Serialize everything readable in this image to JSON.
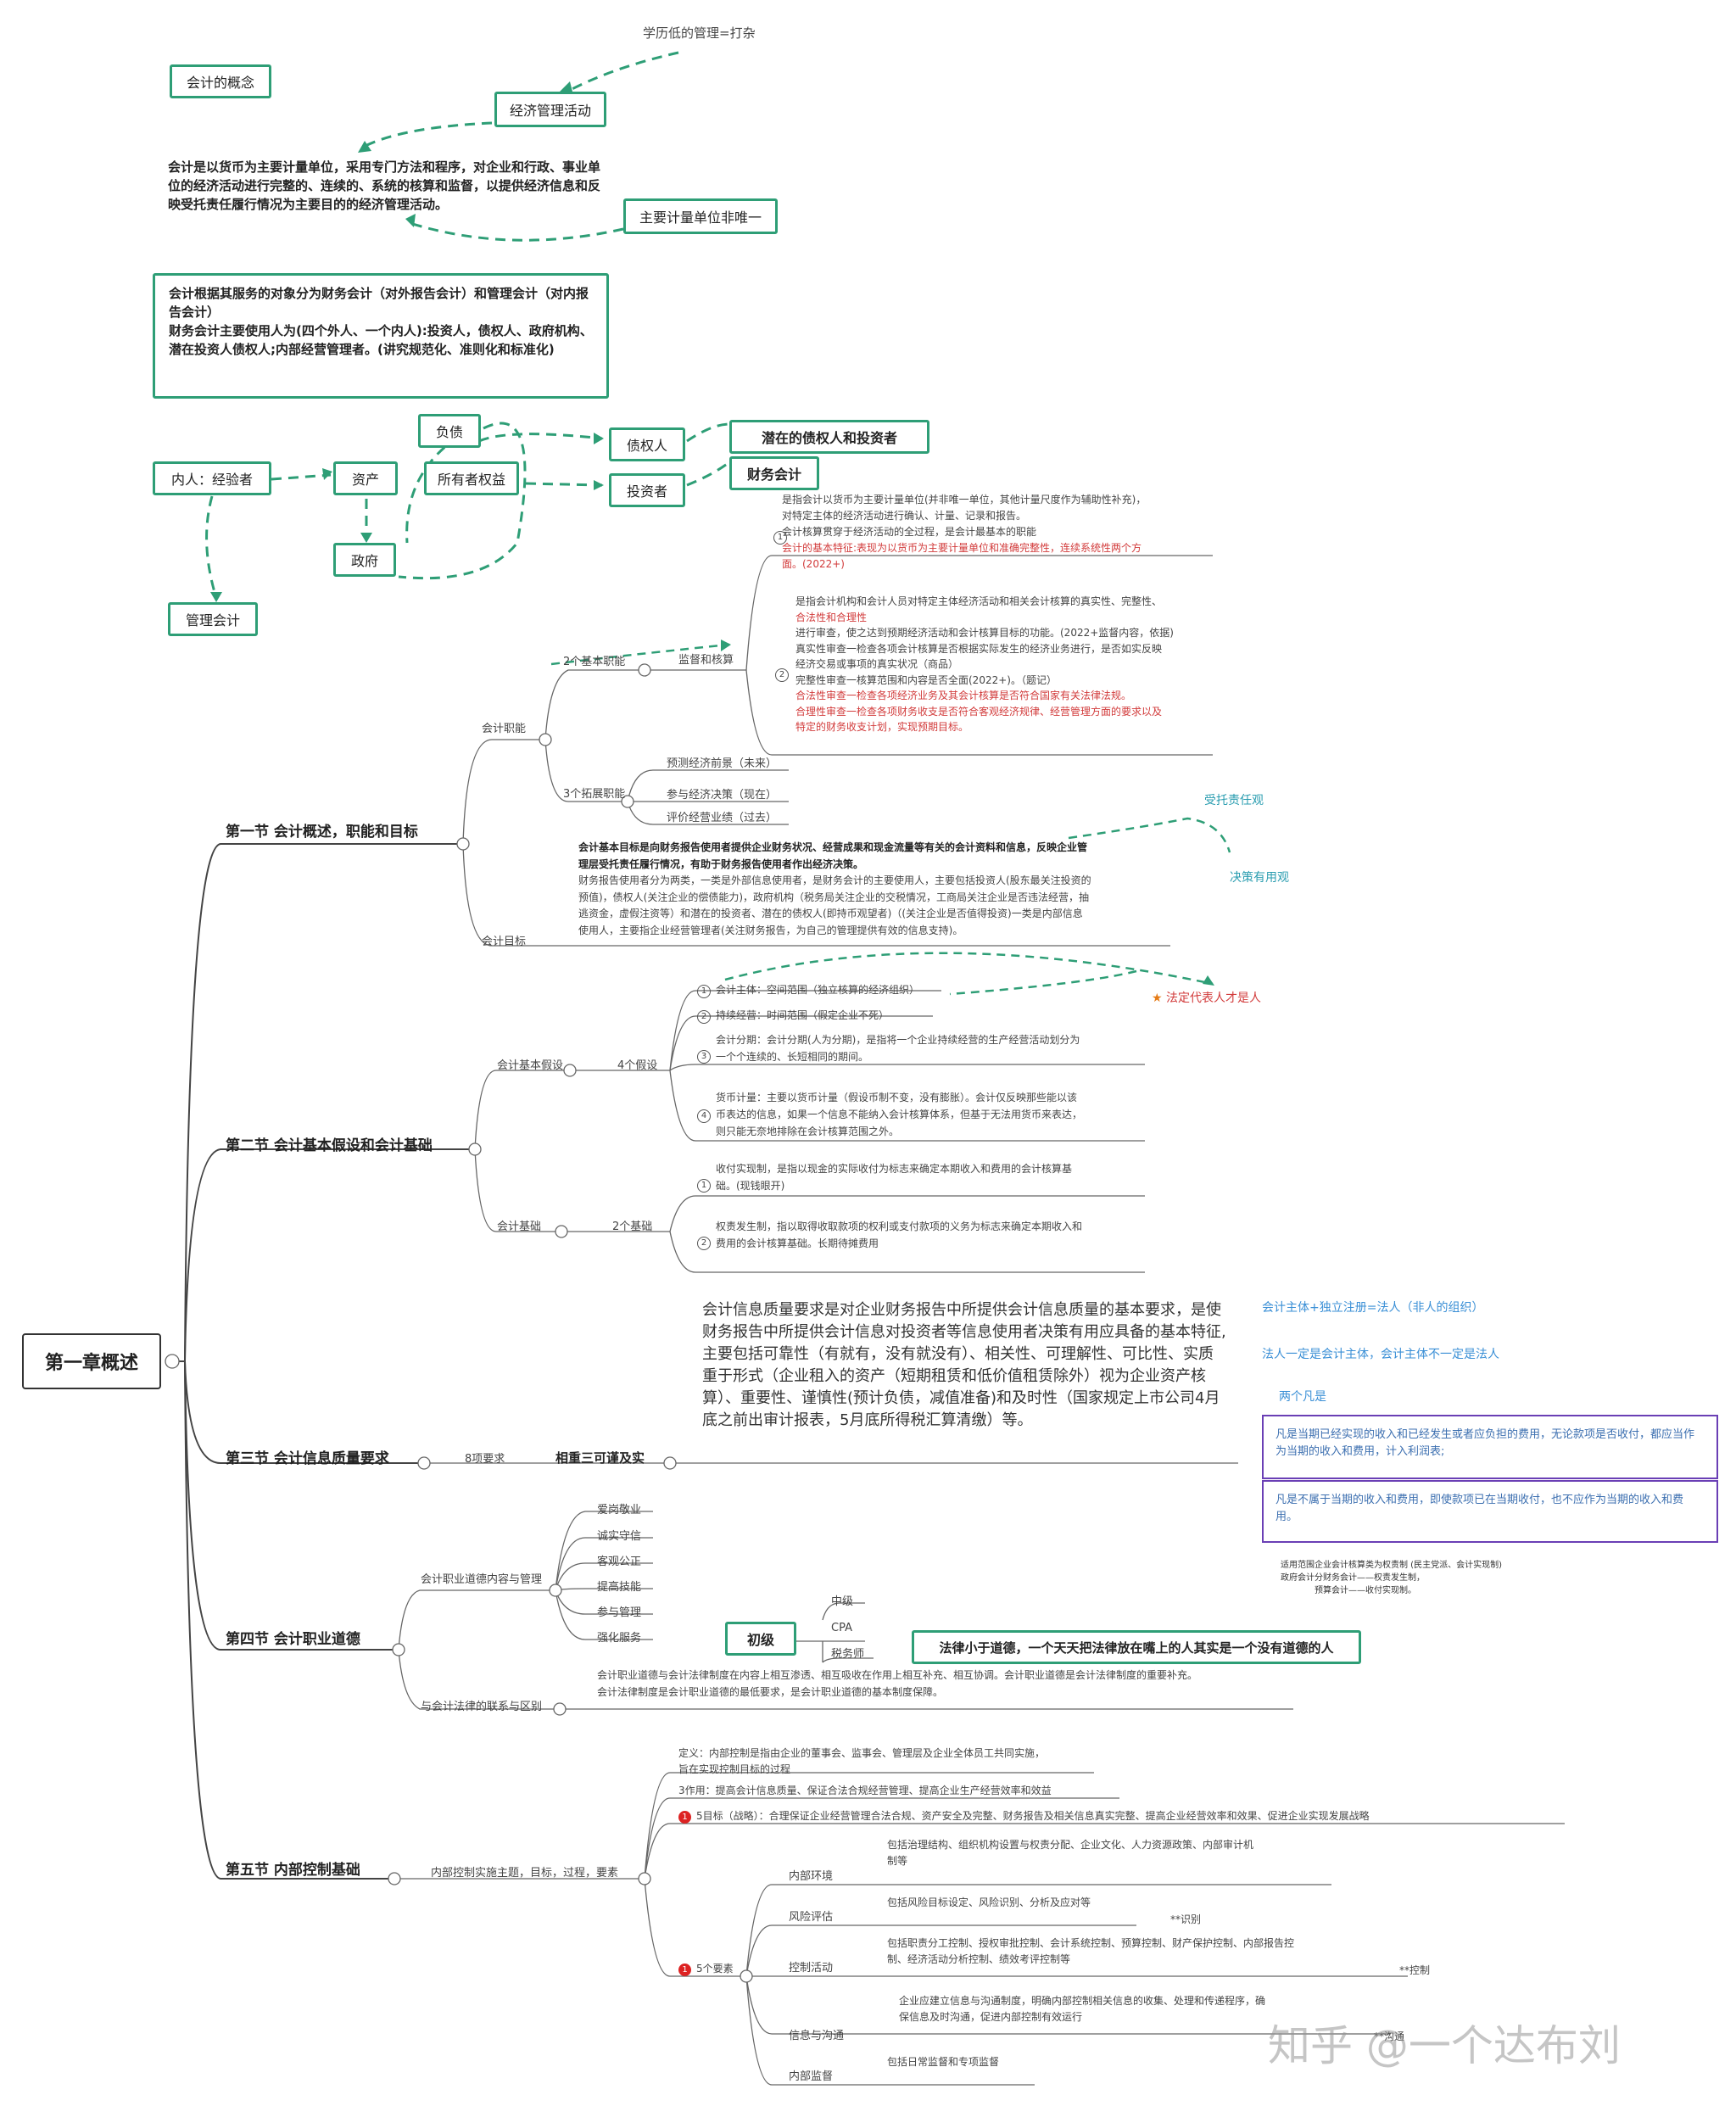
{
  "top_note": "学历低的管理=打杂",
  "concept_box": "会计的概念",
  "econ_box": "经济管理活动",
  "definition": "会计是以货币为主要计量单位，采用专门方法和程序，对企业和行政、事业单位的经济活动进行完整的、连续的、系统的核算和监督，以提供经济信息和反映受托责任履行情况为主要目的的经济管理活动。",
  "unit_box": "主要计量单位非唯一",
  "classification": "会计根据其服务的对象分为财务会计（对外报告会计）和管理会计（对内报告会计）\n财务会计主要使用人为(四个外人、一个内人):投资人，债权人、政府机构、潜在投资人债权人;内部经营管理者。(讲究规范化、准则化和标准化)",
  "flow": {
    "insider": "内人：经验者",
    "asset": "资产",
    "liability": "负债",
    "equity": "所有者权益",
    "creditor": "债权人",
    "investor": "投资者",
    "potential": "潜在的债权人和投资者",
    "fin_acct": "财务会计",
    "gov": "政府",
    "mgmt_acct": "管理会计"
  },
  "center": "第一章概述",
  "sections": {
    "s1": "第一节 会计概述，职能和目标",
    "s2": "第二节 会计基本假设和会计基础",
    "s3": "第三节 会计信息质量要求",
    "s4": "第四节 会计职业道德",
    "s5": "第五节 内部控制基础"
  },
  "s1": {
    "func": "会计职能",
    "basic2": "2个基本职能",
    "supervise": "监督和核算",
    "ext3": "3个拓展职能",
    "ext": [
      "预测经济前景（未来）",
      "参与经济决策（现在）",
      "评价经营业绩（过去）"
    ],
    "goal": "会计目标",
    "c1_lines": [
      "是指会计以货币为主要计量单位(并非唯一单位，其他计量尺度作为辅助性补充)，",
      "对特定主体的经济活动进行确认、计量、记录和报告。",
      "会计核算贯穿于经济活动的全过程，是会计最基本的职能",
      "会计的基本特征:表现为以货币为主要计量单位和准确完整性，连续系统性两个方",
      "面。(2022+)"
    ],
    "c2_lines": [
      "是指会计机构和会计人员对特定主体经济活动和相关会计核算的真实性、完整性、",
      "合法性和合理性",
      "进行审查，使之达到预期经济活动和会计核算目标的功能。(2022+监督内容，依据)",
      "真实性审查一检查各项会计核算是否根据实际发生的经济业务进行，是否如实反映",
      "经济交易或事项的真实状况（商品）",
      "完整性审查一核算范围和内容是否全面(2022+)。（题记）",
      "合法性审查一检查各项经济业务及其会计核算是否符合国家有关法律法规。",
      "合理性审查一检查各项财务收支是否符合客观经济规律、经营管理方面的要求以及",
      "特定的财务收支计划，实现预期目标。"
    ],
    "goal_lines": [
      "会计基本目标是向财务报告使用者提供企业财务状况、经营成果和现金流量等有关的会计资料和信息，反映企业管",
      "理层受托责任履行情况，有助于财务报告使用者作出经济决策。",
      "财务报告使用者分为两类，一类是外部信息使用者，是财务会计的主要使用人，主要包括投资人(股东最关注投资的",
      "预值)，债权人(关注企业的偿债能力)，政府机构（税务局关注企业的交税情况，工商局关注企业是否违法经营，抽",
      "逃资金，虚假注资等）和潜在的投资者、潜在的债权人(即持币观望者)（(关注企业是否值得投资)一类是内部信息",
      "使用人，主要指企业经营管理者(关注财务报告，为自己的管理提供有效的信息支持)。"
    ],
    "trust": "受托责任观",
    "decision": "决策有用观"
  },
  "s2": {
    "assump": "会计基本假设",
    "four": "4个假设",
    "a1": "会计主体：空间范围（独立核算的经济组织）",
    "a2": "持续经营：时间范围（假定企业不死）",
    "a3_lines": [
      "会计分期：会计分期(人为分期)，是指将一个企业持续经营的生产经营活动划分为",
      "一个个连续的、长短相同的期间。"
    ],
    "a4_lines": [
      "货币计量：主要以货币计量（假设币制不变，没有膨胀）。会计仅反映那些能以该",
      "币表达的信息，如果一个信息不能纳入会计核算体系，但基于无法用货币来表达，",
      "则只能无奈地排除在会计核算范围之外。"
    ],
    "legal": "法定代表人才是人",
    "basis": "会计基础",
    "two": "2个基础",
    "b1_lines": [
      "收付实现制，是指以现金的实际收付为标志来确定本期收入和费用的会计核算基",
      "础。(现钱眼开)"
    ],
    "b2_lines": [
      "权责发生制，指以取得收取款项的权利或支付款项的义务为标志来确定本期收入和",
      "费用的会计核算基础。长期待摊费用"
    ]
  },
  "s3": {
    "eight": "8项要求",
    "key": "相重三可谨及实",
    "main_text": "会计信息质量要求是对企业财务报告中所提供会计信息质量的基本要求，是使财务报告中所提供会计信息对投资者等信息使用者决策有用应具备的基本特征,主要包括可靠性（有就有，没有就没有）、相关性、可理解性、可比性、实质重于形式（企业租入的资产（短期租赁和低价值租赁除外）视为企业资产核算）、重要性、谨慎性(预计负债，减值准备)和及时性（国家规定上市公司4月底之前出审计报表，5月底所得税汇算清缴）等。",
    "r1": "会计主体+独立注册=法人（非人的组织）",
    "r2": "法人一定是会计主体，会计主体不一定是法人",
    "both": "两个凡是",
    "p1": "凡是当期已经实现的收入和已经发生或者应负担的费用，无论款项是否收付，都应当作为当期的收入和费用，计入利润表;",
    "p2": "凡是不属于当期的收入和费用，即使款项已在当期收付，也不应作为当期的收入和费用。",
    "small_lines": [
      "适用范围企业会计核算类为权责制 (民主党派、会计实现制)",
      "政府会计分财务会计——权责发生制，",
      "预算会计——收付实现制。"
    ]
  },
  "s4": {
    "content": "会计职业道德内容与管理",
    "items": [
      "爱岗敬业",
      "诚实守信",
      "客观公正",
      "提高技能",
      "参与管理",
      "强化服务"
    ],
    "junior": "初级",
    "levels": [
      "中级",
      "CPA",
      "税务师"
    ],
    "law_box": "法律小于道德，一个天天把法律放在嘴上的人其实是一个没有道德的人",
    "relation": "与会计法律的联系与区别",
    "rel_lines": [
      "会计职业道德与会计法律制度在内容上相互渗透、相互吸收在作用上相互补充、相互协调。会计职业道德是会计法律制度的重要补充。",
      "会计法律制度是会计职业道德的最低要求，是会计职业道德的基本制度保障。"
    ]
  },
  "s5": {
    "root": "内部控制实施主题，目标，过程，要素",
    "def_lines": [
      "定义：内部控制是指由企业的董事会、监事会、管理层及企业全体员工共同实施，",
      "旨在实现控制目标的过程"
    ],
    "role": "3作用：提高会计信息质量、保证合法合规经营管理、提高企业生产经营效率和效益",
    "goal": "5目标（战略）：合理保证企业经营管理合法合规、资产安全及完整、财务报告及相关信息真实完整、提高企业经营效率和效果、促进企业实现发展战略",
    "elements": "5个要素",
    "env": "内部环境",
    "env_lines": [
      "包括治理结构、组织机构设置与权责分配、企业文化、人力资源政策、内部审计机",
      "制等"
    ],
    "risk": "风险评估",
    "risk_text": "包括风险目标设定、风险识别、分析及应对等",
    "ident": "**识别",
    "ctrl": "控制活动",
    "ctrl_lines": [
      "包括职责分工控制、授权审批控制、会计系统控制、预算控制、财产保护控制、内部报告控",
      "制、经济活动分析控制、绩效考评控制等"
    ],
    "ctrl_note": "**控制",
    "info": "信息与沟通",
    "info_lines": [
      "企业应建立信息与沟通制度，明确内部控制相关信息的收集、处理和传递程序，确",
      "保信息及时沟通，促进内部控制有效运行"
    ],
    "comm": "**沟通",
    "monitor": "内部监督",
    "monitor_text": "包括日常监督和专项监督"
  },
  "watermark": "知乎 @一个达布刘"
}
